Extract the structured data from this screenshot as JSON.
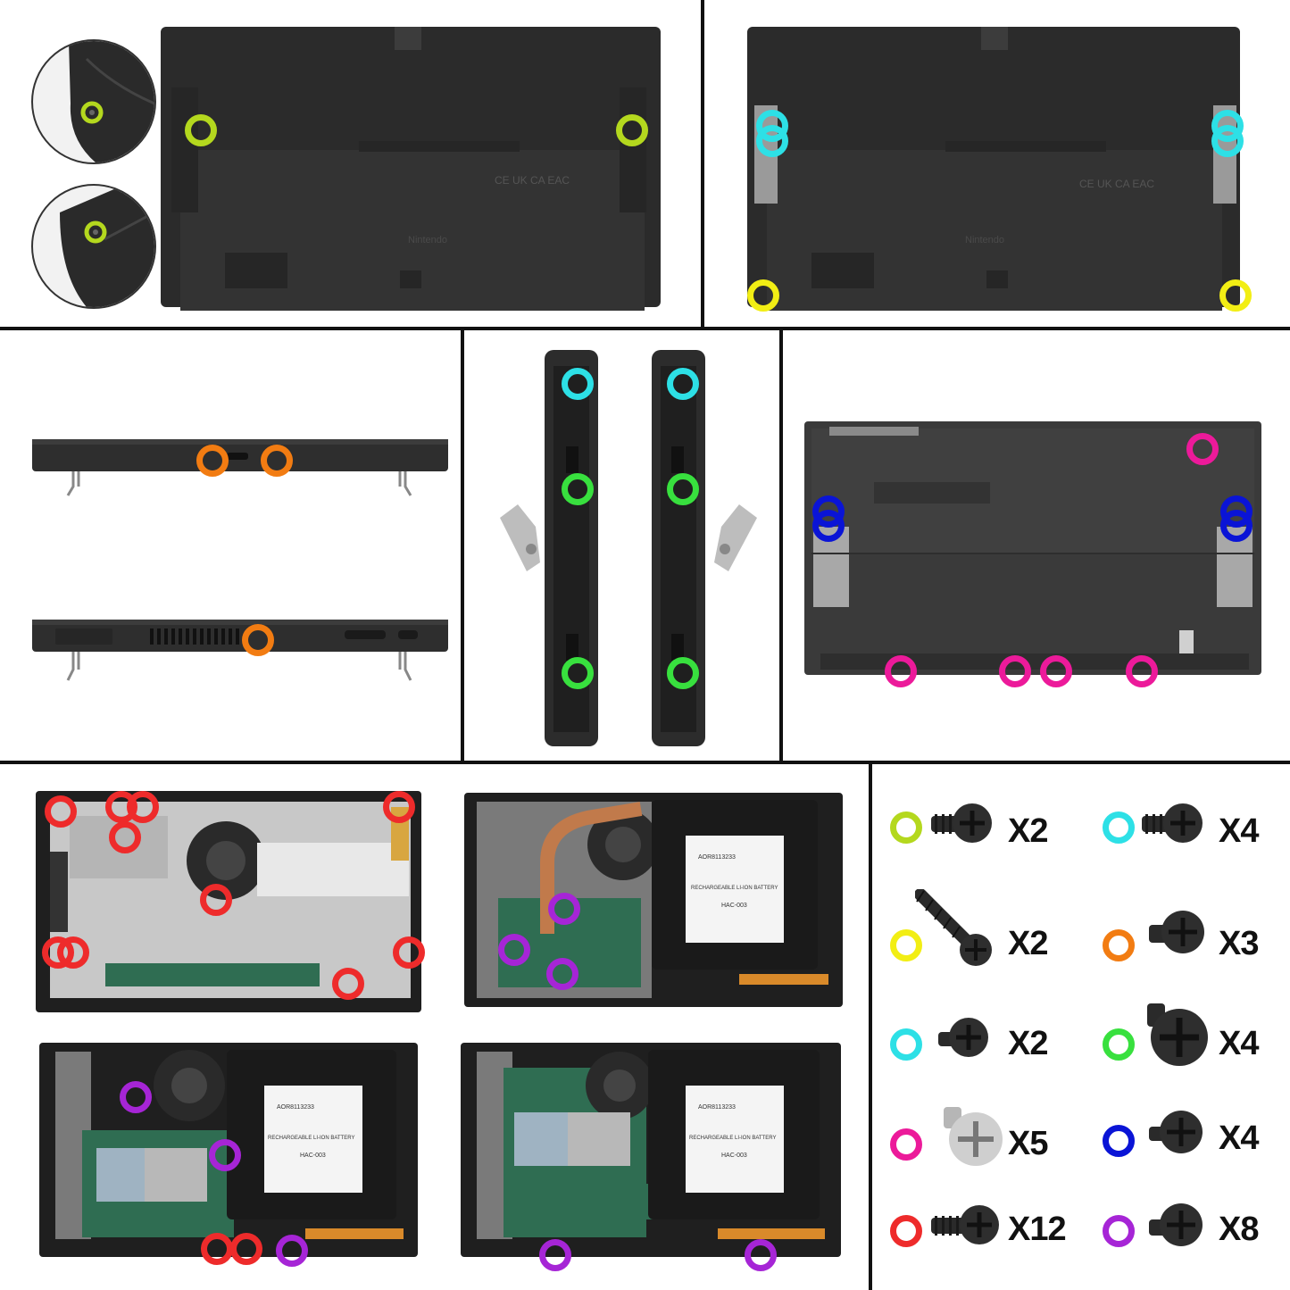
{
  "device_labels": {
    "brand": "Nintendo",
    "regulatory_marks": "CE UK CA EAC",
    "battery_model": "HAC-003",
    "battery_title": "RECHARGEABLE LI-ION BATTERY",
    "battery_serial": "AOR8113233"
  },
  "legend": [
    {
      "color": "#b4d81e",
      "screw": "flat-head-short-screw-icon",
      "qty": "X2"
    },
    {
      "color": "#2de0e6",
      "screw": "flat-head-short-screw-icon",
      "qty": "X4"
    },
    {
      "color": "#f2ee14",
      "screw": "long-thread-screw-icon",
      "qty": "X2"
    },
    {
      "color": "#f27c12",
      "screw": "pan-head-screw-icon",
      "qty": "X3"
    },
    {
      "color": "#2de0e6",
      "screw": "small-pan-head-screw-icon",
      "qty": "X2"
    },
    {
      "color": "#38e03e",
      "screw": "large-head-screw-icon",
      "qty": "X4"
    },
    {
      "color": "#ec1a9a",
      "screw": "silver-screw-icon",
      "qty": "X5"
    },
    {
      "color": "#0a14d6",
      "screw": "short-pan-head-screw-icon",
      "qty": "X4"
    },
    {
      "color": "#ee2b2b",
      "screw": "long-flat-head-screw-icon",
      "qty": "X12"
    },
    {
      "color": "#a625d6",
      "screw": "pan-head-screw-icon",
      "qty": "X8"
    }
  ]
}
